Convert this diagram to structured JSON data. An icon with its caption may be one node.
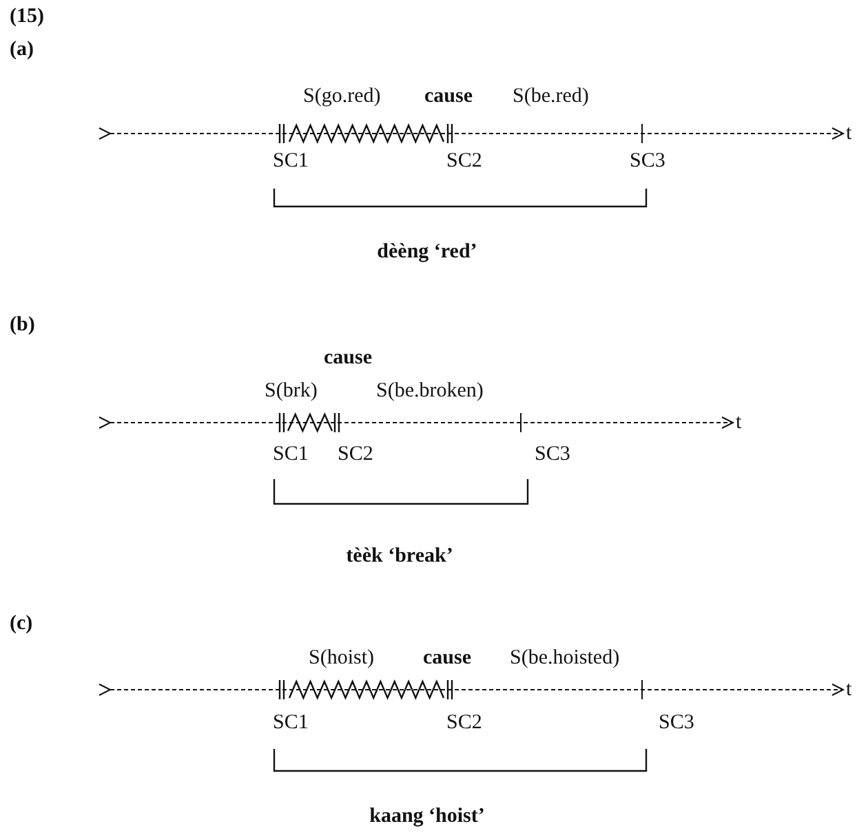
{
  "diagram": {
    "labels": [
      "(15)",
      "(a)",
      "S(go.red)",
      "cause",
      "S(be.red)",
      "t",
      "SC1",
      "SC2",
      "SC3",
      "dèèng ‘red’",
      "(b)",
      "cause",
      "S(brk)",
      "S(be.broken)",
      "t",
      "SC1",
      "SC2",
      "SC3",
      "tèèk ‘break’",
      "(c)",
      "S(hoist)",
      "cause",
      "S(be.hoisted)",
      "t",
      "SC1",
      "SC2",
      "SC3",
      "kaang ‘hoist’"
    ]
  }
}
